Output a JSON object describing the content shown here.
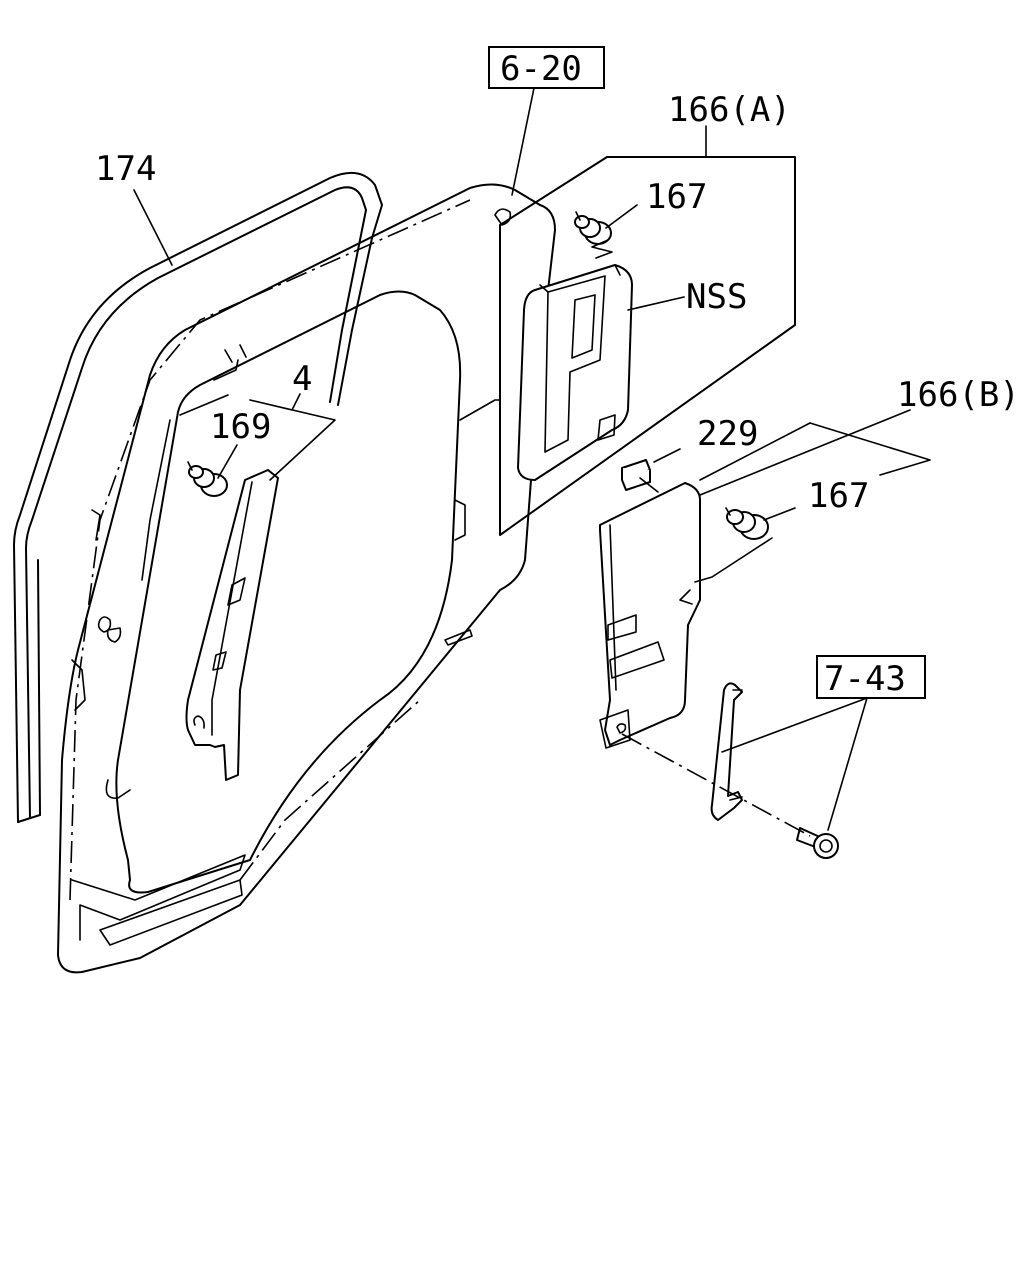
{
  "callouts": {
    "ref_6_20": "6-20",
    "p166a": "166(A)",
    "p174": "174",
    "p167_top": "167",
    "nss": "NSS",
    "p4": "4",
    "p169": "169",
    "p166b": "166(B)",
    "p229": "229",
    "p167_bottom": "167",
    "ref_7_43": "7-43"
  }
}
